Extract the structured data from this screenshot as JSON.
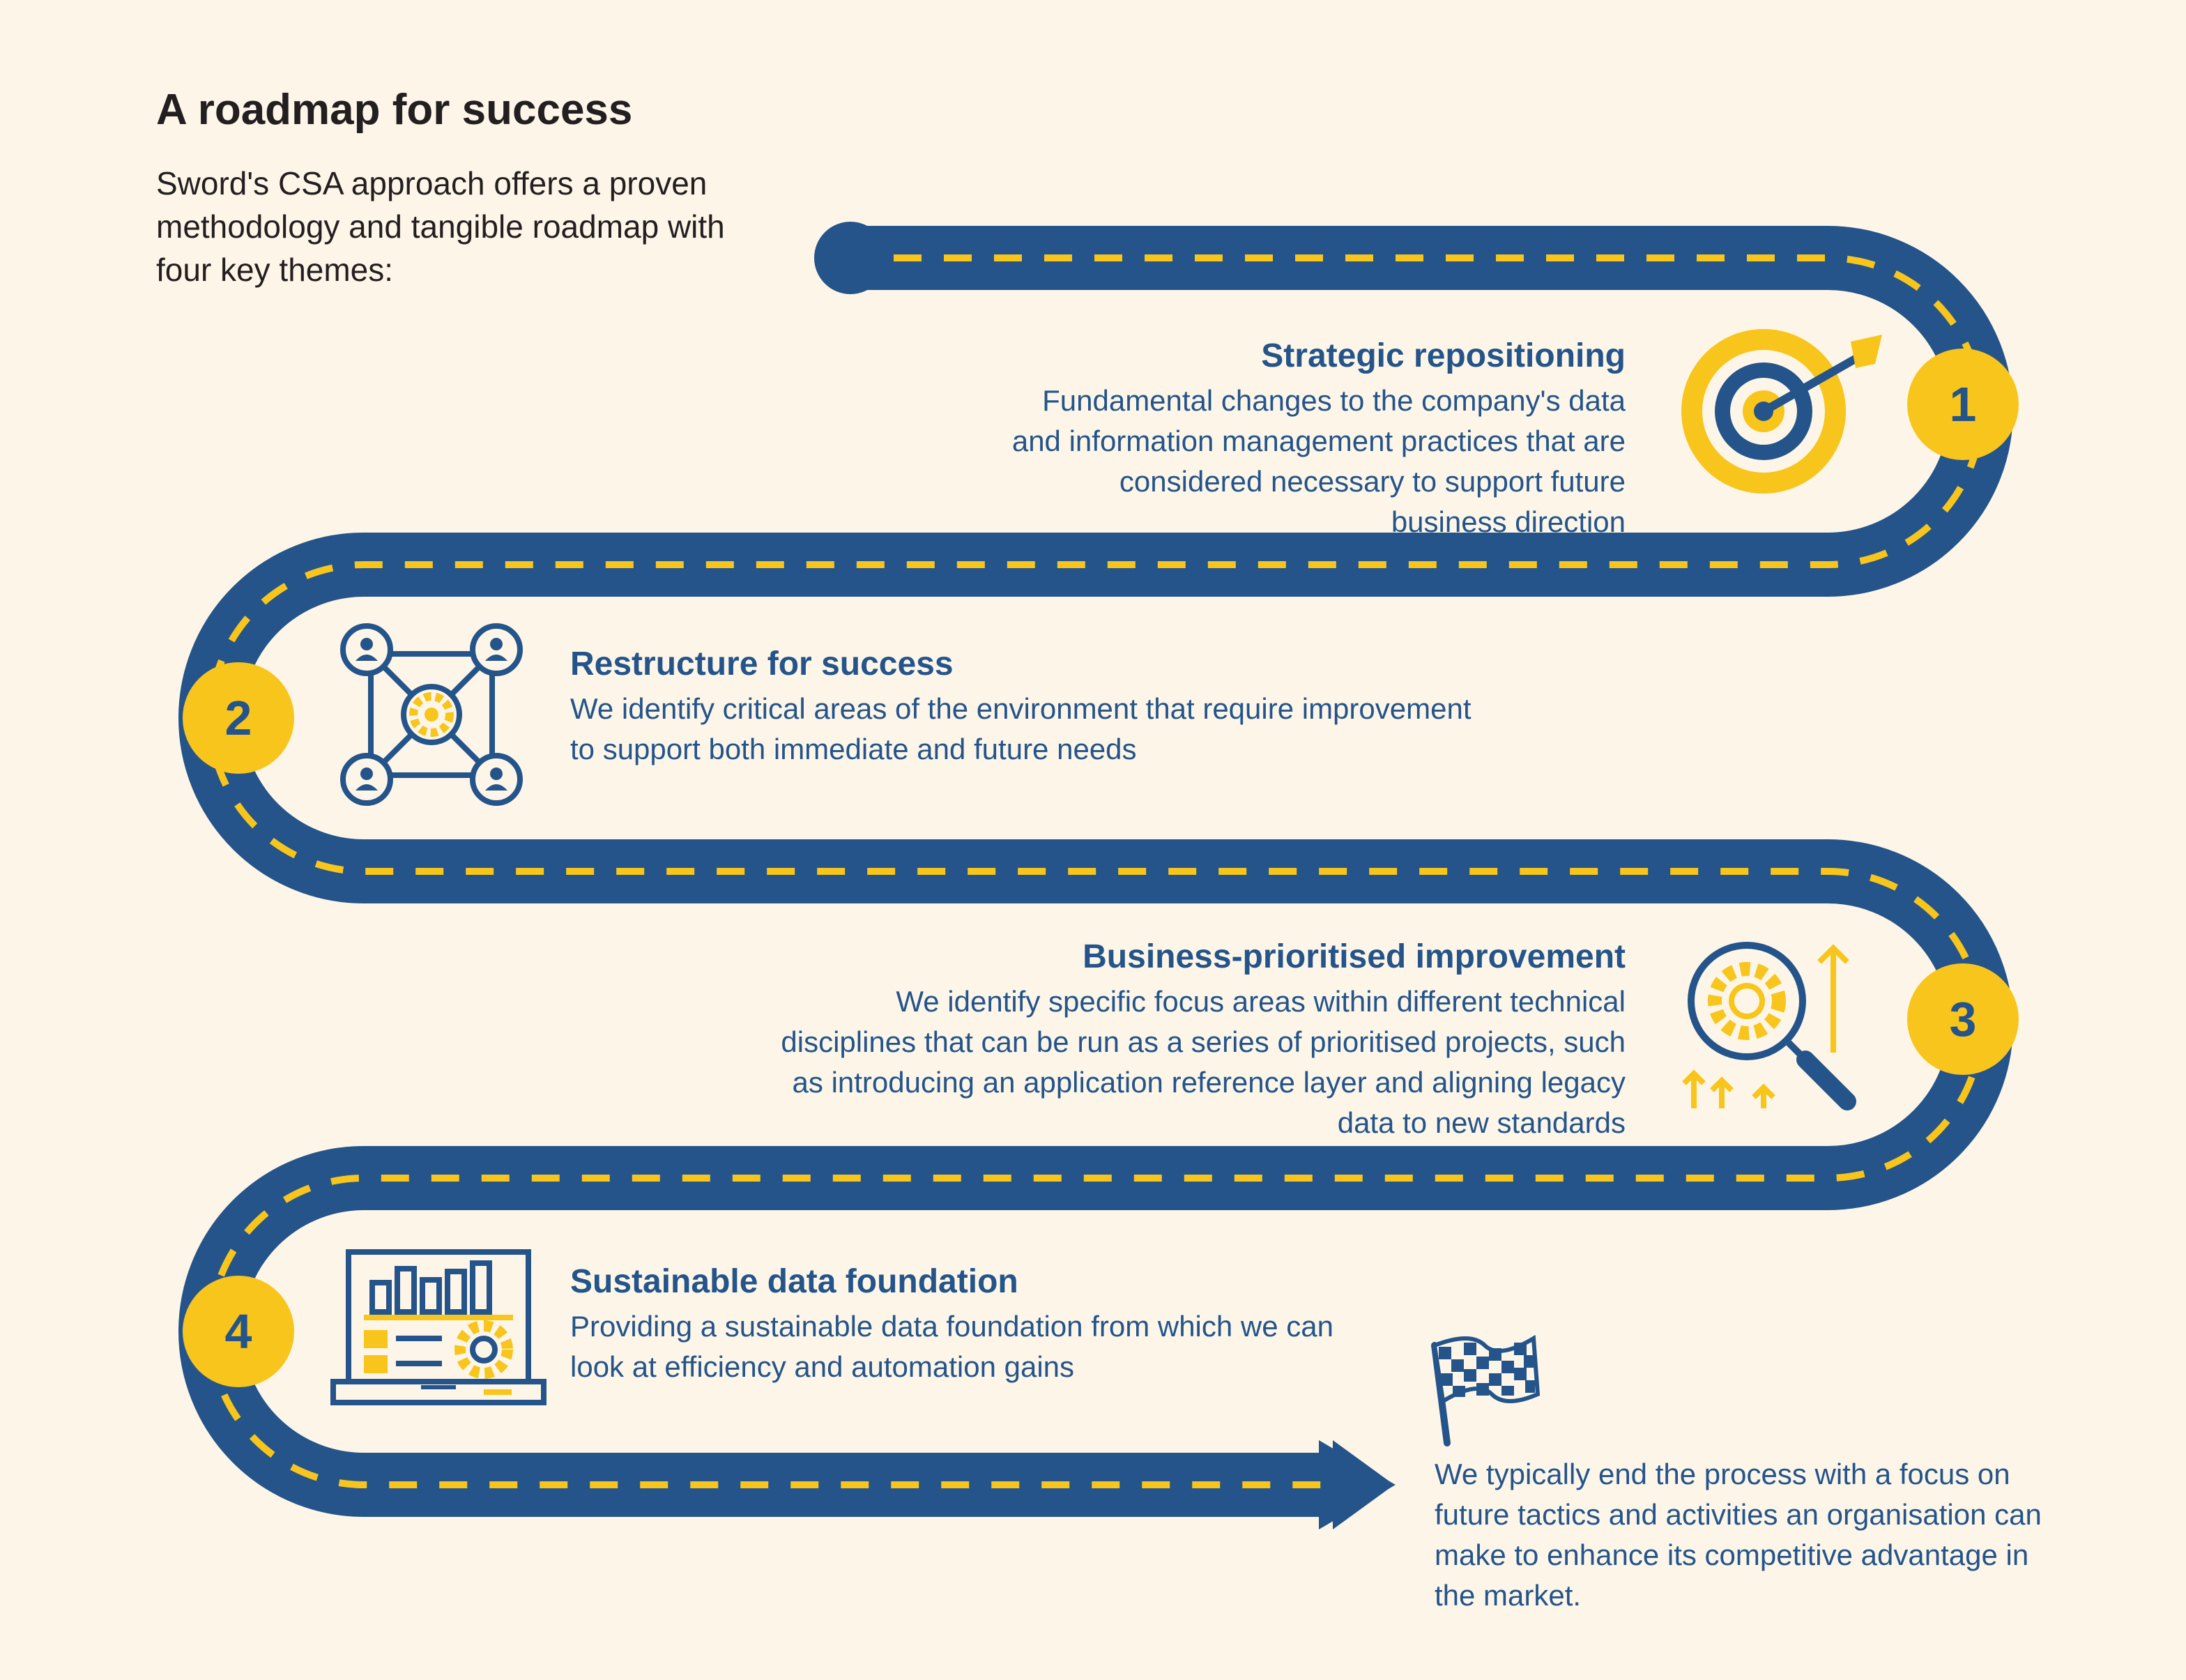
{
  "title": "A roadmap for success",
  "intro": "Sword's CSA approach offers a proven methodology and tangible roadmap with four key themes:",
  "colors": {
    "background": "#fdf6e8",
    "road": "#24548a",
    "accent": "#f8c51c",
    "text_dark": "#231f20"
  },
  "themes": [
    {
      "number": "1",
      "heading": "Strategic repositioning",
      "body": "Fundamental changes to the company's data and information management practices that are considered necessary to support future business direction",
      "icon": "target-icon"
    },
    {
      "number": "2",
      "heading": "Restructure for success",
      "body": "We identify critical areas of the environment that require improvement to support both immediate and future needs",
      "icon": "network-gear-icon"
    },
    {
      "number": "3",
      "heading": "Business-prioritised improvement",
      "body": "We identify specific focus areas within different technical disciplines that can be run as a series of prioritised projects, such as introducing an application reference layer and aligning legacy data to new standards",
      "icon": "magnifier-gear-icon"
    },
    {
      "number": "4",
      "heading": "Sustainable data foundation",
      "body": "Providing a sustainable data foundation from which we can look at efficiency and automation gains",
      "icon": "laptop-dashboard-icon"
    }
  ],
  "closing": {
    "text": "We typically end the process with a focus on future tactics and activities an organisation can make to enhance its competitive advantage in the market.",
    "icon": "checkered-flag-icon"
  }
}
